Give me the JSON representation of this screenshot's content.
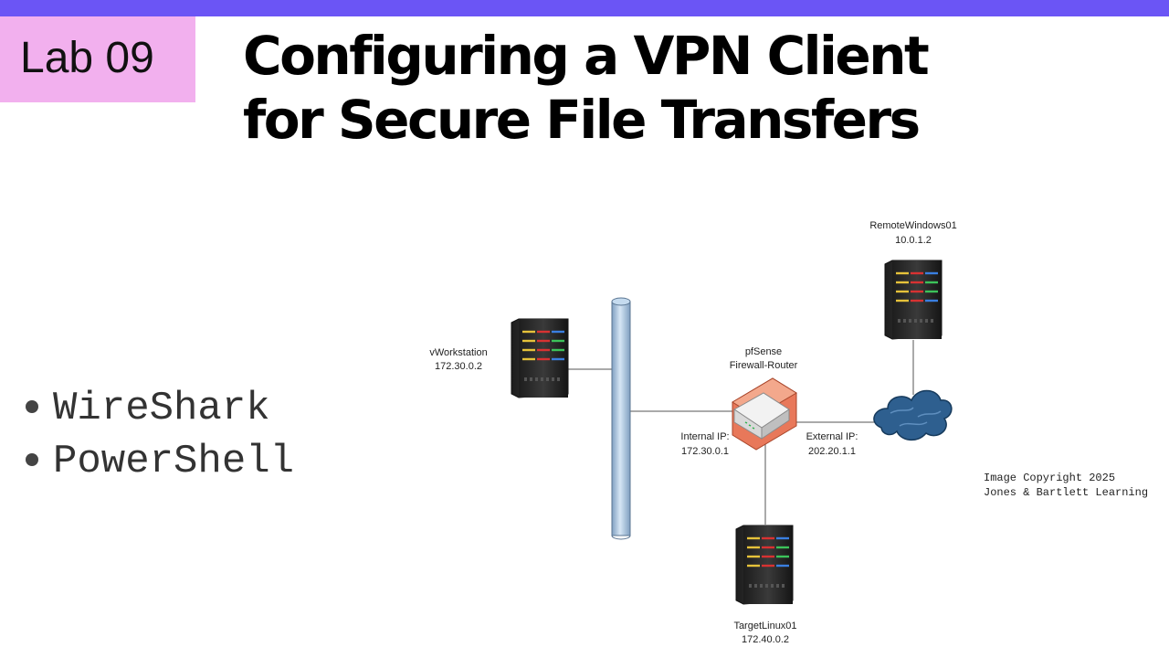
{
  "badge": {
    "label": "Lab 09"
  },
  "title": {
    "line1": "Configuring a VPN Client",
    "line2": "for Secure File Transfers"
  },
  "bullets": [
    "WireShark",
    "PowerShell"
  ],
  "diagram": {
    "nodes": {
      "workstation": {
        "name": "vWorkstation",
        "ip": "172.30.0.2"
      },
      "firewall": {
        "name": "pfSense",
        "role": "Firewall-Router",
        "internal_label": "Internal IP:",
        "internal_ip": "172.30.0.1",
        "external_label": "External IP:",
        "external_ip": "202.20.1.1"
      },
      "remote": {
        "name": "RemoteWindows01",
        "ip": "10.0.1.2"
      },
      "target": {
        "name": "TargetLinux01",
        "ip": "172.40.0.2"
      }
    }
  },
  "copyright": {
    "line1": "Image Copyright 2025",
    "line2": "Jones & Bartlett Learning"
  },
  "colors": {
    "topbar": "#6b55f5",
    "badge": "#f2b0ee",
    "bus": "#b3cde6",
    "cloud": "#2e5f8f",
    "firewall": "#e8785a"
  }
}
